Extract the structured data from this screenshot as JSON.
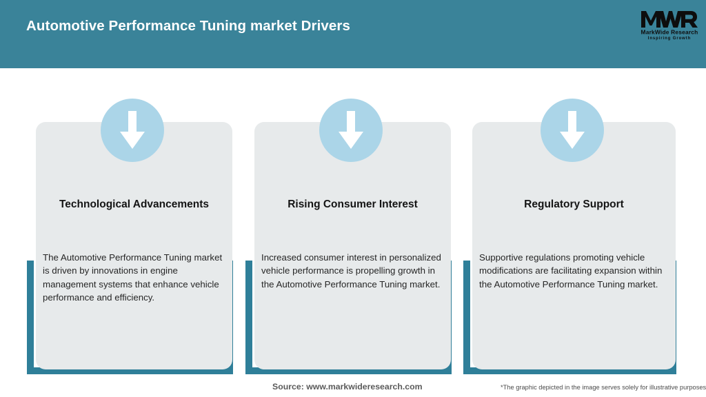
{
  "header": {
    "title": "Automotive Performance Tuning market Drivers",
    "bar_color": "#3A8399",
    "title_color": "#FFFFFF"
  },
  "logo": {
    "mark": "MWR",
    "name": "MarkWide Research",
    "tagline": "Inspiring Growth"
  },
  "theme": {
    "teal": "#2F7F99",
    "card_bg": "#E7EAEB",
    "badge_blue": "#ABD5E8",
    "arrow_color": "#FFFFFF",
    "title_color": "#141414",
    "body_color": "#262626"
  },
  "cards": [
    {
      "icon": "arrow-down-icon",
      "title": "Technological Advancements",
      "body": "The Automotive Performance Tuning market is driven by innovations in engine management systems that enhance vehicle performance and efficiency."
    },
    {
      "icon": "arrow-down-icon",
      "title": "Rising Consumer Interest",
      "body": "Increased consumer interest in personalized vehicle performance is propelling growth in the Automotive Performance Tuning market."
    },
    {
      "icon": "arrow-down-icon",
      "title": "Regulatory Support",
      "body": "Supportive regulations promoting vehicle modifications are facilitating expansion within the Automotive Performance Tuning market."
    }
  ],
  "footer": {
    "source": "Source: www.markwideresearch.com",
    "disclaimer": "*The graphic depicted in the image serves solely for illustrative purposes"
  }
}
